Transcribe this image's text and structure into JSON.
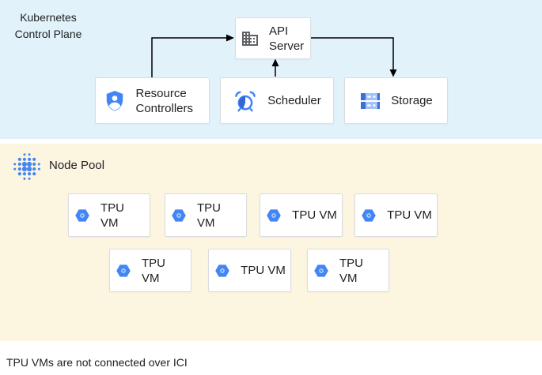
{
  "colors": {
    "control_plane_bg": "#E1F2FB",
    "node_pool_bg": "#FCF5E0",
    "accent_blue": "#4285F4",
    "light_blue": "#A8C7FA",
    "pie_blue": "#3367D6",
    "storage_dark": "#3D6FD6",
    "storage_light": "#A1C2FA",
    "icon_gray": "#5F6368",
    "box_border": "#DADCE0",
    "text": "#202124",
    "arrow": "#000000"
  },
  "control_plane": {
    "title": "Kubernetes\nControl Plane",
    "api_server": {
      "label": "API Server",
      "icon": "building-icon"
    },
    "resource_controllers": {
      "label": "Resource Controllers",
      "icon": "shield-user-icon"
    },
    "scheduler": {
      "label": "Scheduler",
      "icon": "alarm-clock-icon"
    },
    "storage": {
      "label": "Storage",
      "icon": "server-stack-icon"
    }
  },
  "arrows": [
    {
      "from": "resource-controllers",
      "to": "api-server"
    },
    {
      "from": "scheduler",
      "to": "api-server"
    },
    {
      "from": "api-server",
      "to": "storage"
    }
  ],
  "node_pool": {
    "label": "Node Pool",
    "icon": "dot-cluster-icon",
    "vms": [
      {
        "label": "TPU VM"
      },
      {
        "label": "TPU VM"
      },
      {
        "label": "TPU VM"
      },
      {
        "label": "TPU VM"
      },
      {
        "label": "TPU VM"
      },
      {
        "label": "TPU VM"
      },
      {
        "label": "TPU VM"
      }
    ]
  },
  "caption": "TPU VMs are not connected over ICI"
}
